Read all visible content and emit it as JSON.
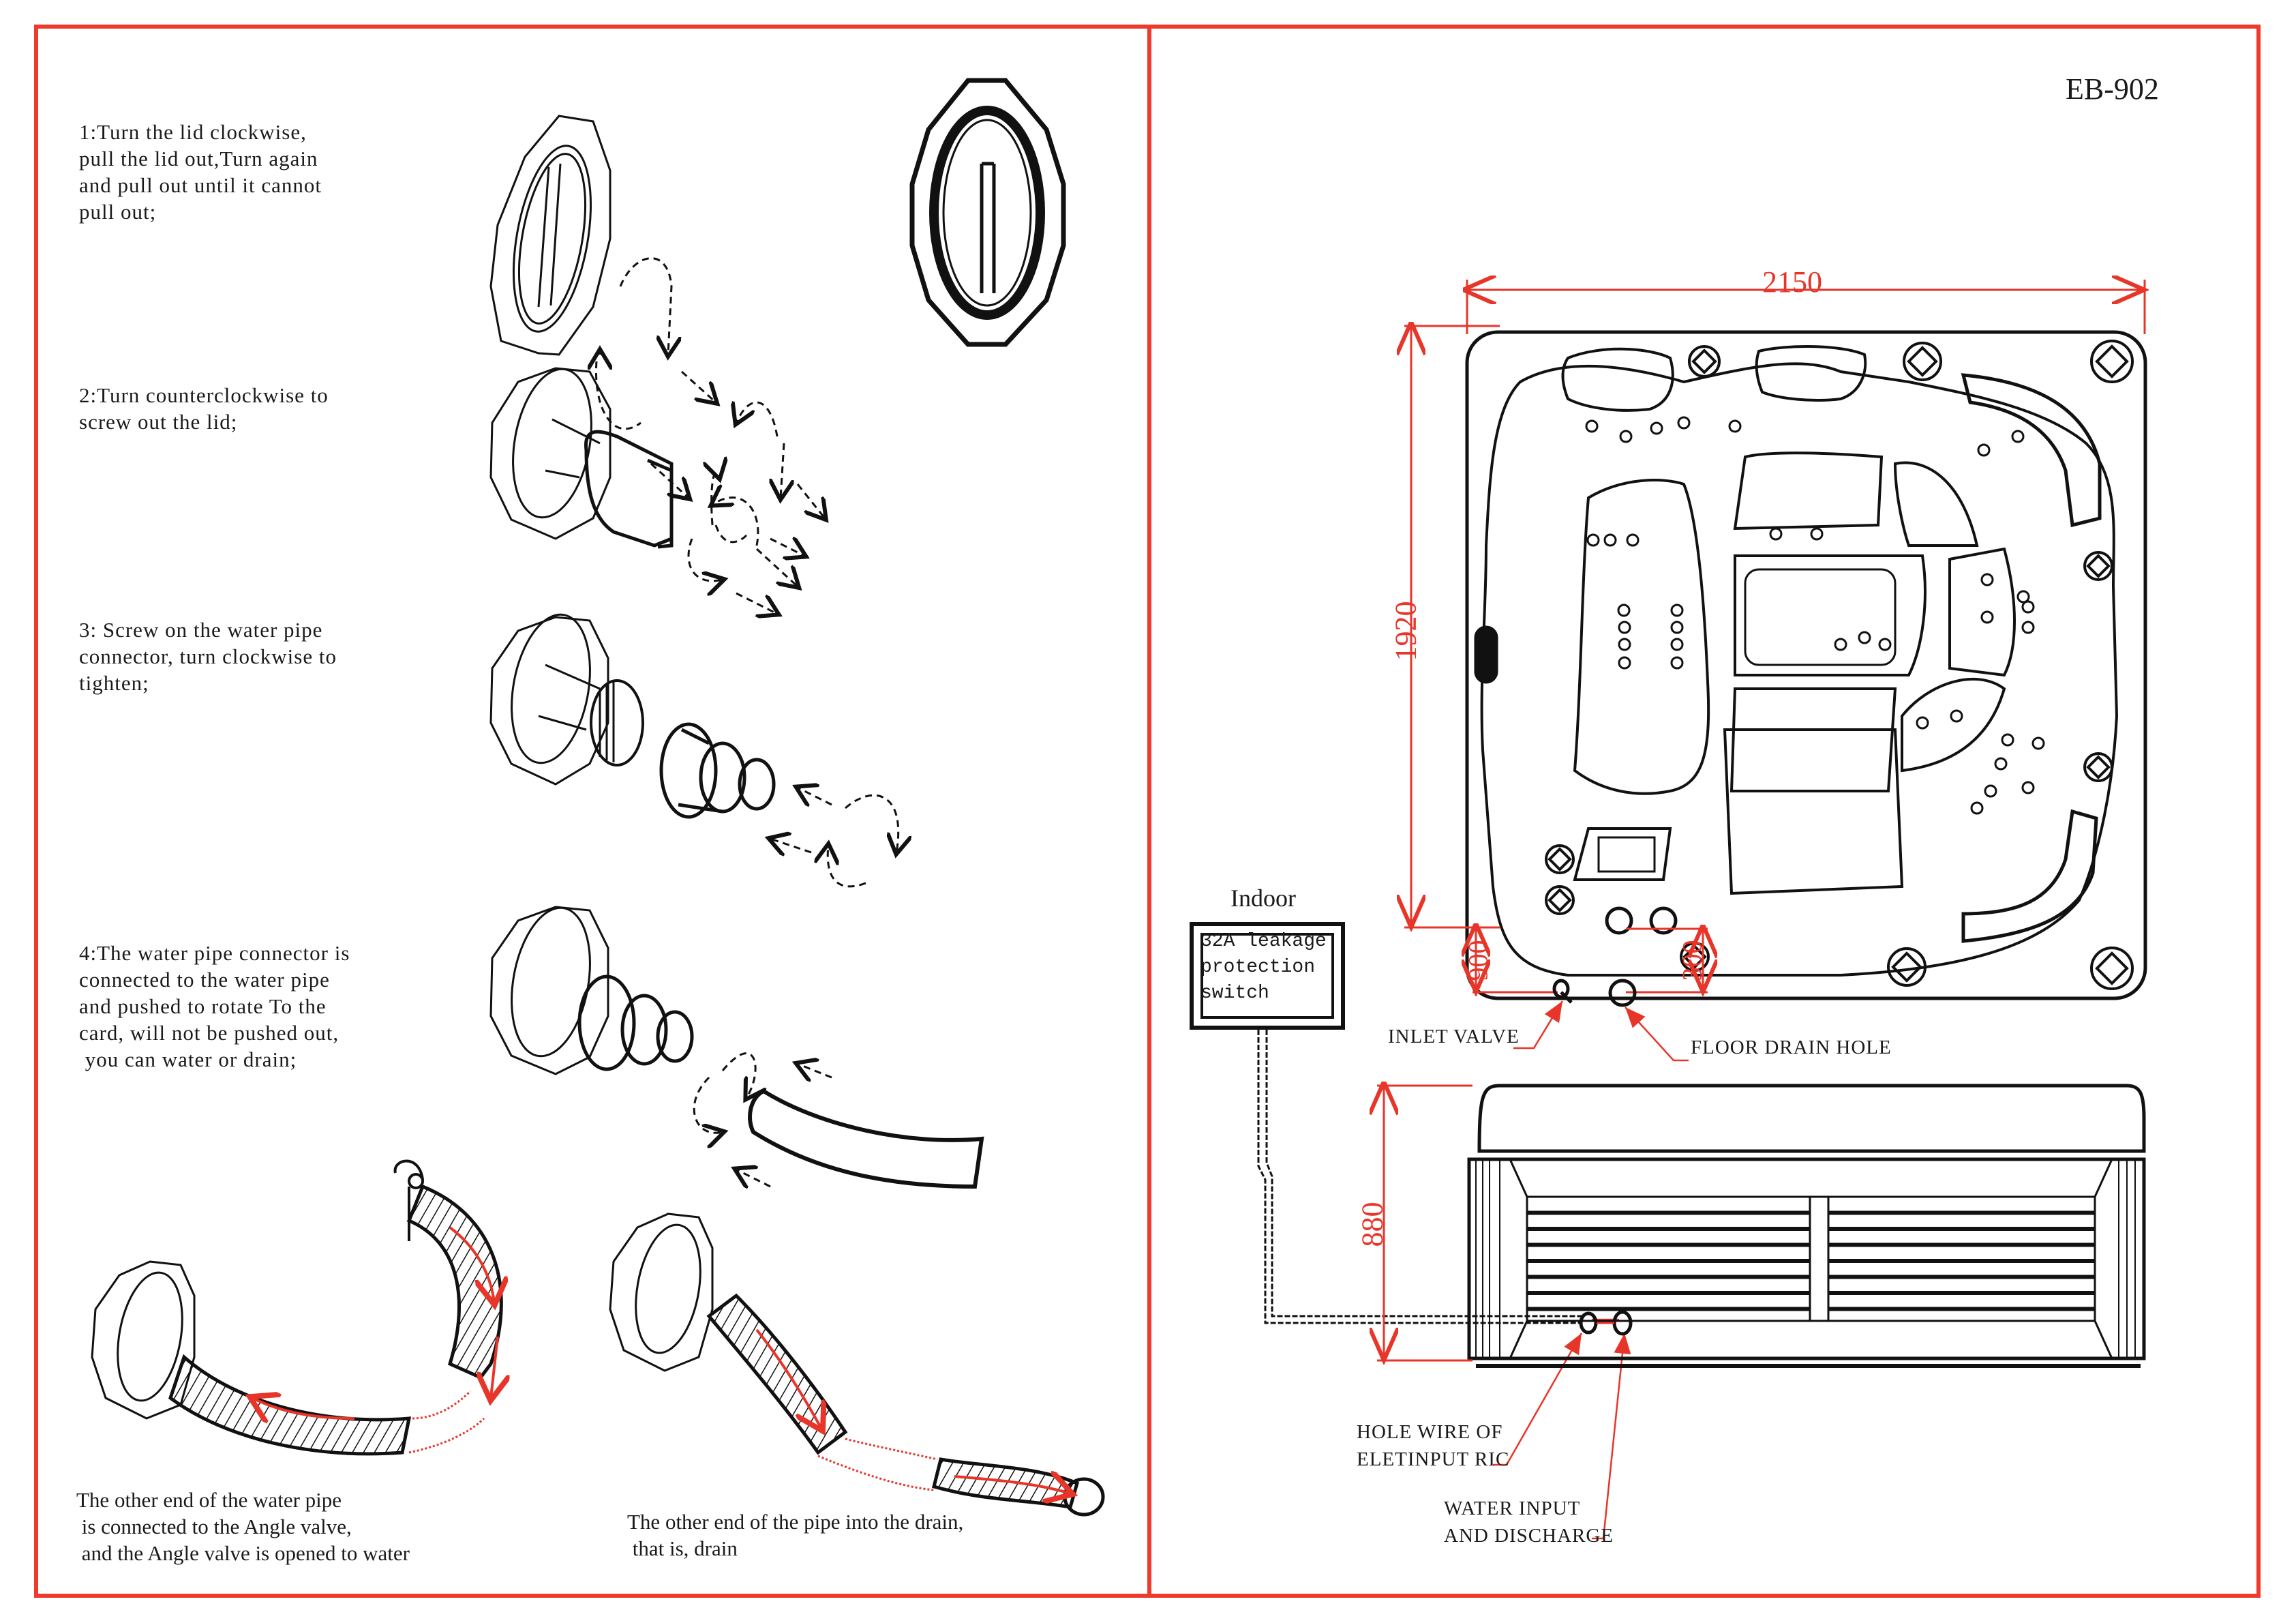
{
  "document": {
    "model": "EB-902",
    "border_color": "#ee3a2c",
    "dimension_color": "#e8352a"
  },
  "instructions": {
    "steps": [
      {
        "text": "1:Turn the lid clockwise,\npull the lid out,Turn again\nand pull out until it cannot\npull out;"
      },
      {
        "text": "2:Turn counterclockwise to\nscrew out the lid;"
      },
      {
        "text": "3: Screw on the water pipe\nconnector, turn clockwise to\ntighten;"
      },
      {
        "text": "4:The water pipe connector is\nconnected to the water pipe\nand pushed to rotate To the\ncard, will not be pushed out,\n you can water or drain;"
      }
    ],
    "captions": [
      {
        "text": "The other end of the water pipe\n is connected to the Angle valve,\n and the Angle valve is opened to water"
      },
      {
        "text": "The other end of the pipe into the drain,\n that is, drain"
      }
    ]
  },
  "top_view": {
    "width_mm": "2150",
    "depth_mm": "1920",
    "inlet_offset_mm": "900",
    "drain_offset_mm": "300"
  },
  "side_view": {
    "height_mm": "880"
  },
  "labels": {
    "indoor": "Indoor",
    "switch": "32A leakage\nprotection\nswitch",
    "inlet_valve": "INLET VALVE",
    "floor_drain": "FLOOR DRAIN HOLE",
    "hole_wire": "HOLE WIRE OF\nELETINPUT RIC",
    "water_io": "WATER INPUT\nAND DISCHARGE"
  }
}
